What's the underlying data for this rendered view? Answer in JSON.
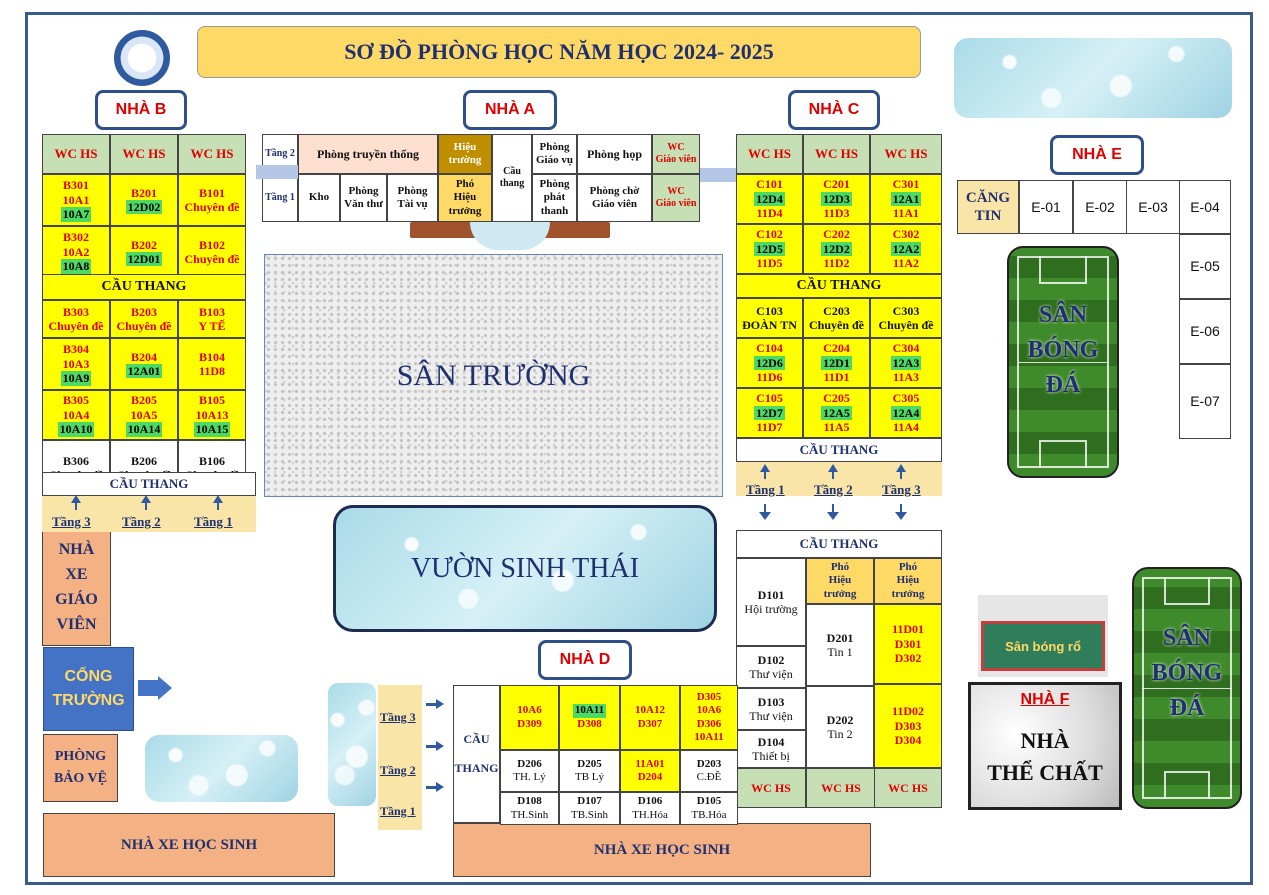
{
  "title": "SƠ ĐỒ PHÒNG HỌC NĂM HỌC 2024- 2025",
  "labels": {
    "nha_b": "NHÀ B",
    "nha_a": "NHÀ A",
    "nha_c": "NHÀ C",
    "nha_e": "NHÀ E",
    "nha_d": "NHÀ D",
    "nha_f": "NHÀ F"
  },
  "wc_hs": "WC HS",
  "wc_gv": "WC\nGiáo viên",
  "cau_thang": "CẦU THANG",
  "san_truong": "SÂN TRƯỜNG",
  "vuon": "VƯỜN SINH THÁI",
  "tang": {
    "t1": "Tầng 1",
    "t2": "Tầng 2",
    "t3": "Tầng 3"
  },
  "nha_b": {
    "rows": [
      [
        {
          "r": "B301",
          "c": [
            "10A1",
            "10A7"
          ],
          "h": 1
        },
        {
          "r": "B201",
          "c": [
            "12D02"
          ],
          "h": 0
        },
        {
          "r": "B101",
          "c": [
            "Chuyên đề"
          ]
        }
      ],
      [
        {
          "r": "B302",
          "c": [
            "10A2",
            "10A8"
          ],
          "h": 1
        },
        {
          "r": "B202",
          "c": [
            "12D01"
          ],
          "h": 0
        },
        {
          "r": "B102",
          "c": [
            "Chuyên đề"
          ]
        }
      ],
      [
        {
          "r": "B303",
          "c": [
            "Chuyên đề"
          ]
        },
        {
          "r": "B203",
          "c": [
            "Chuyên đề"
          ]
        },
        {
          "r": "B103",
          "c": [
            "Y TẾ"
          ]
        }
      ],
      [
        {
          "r": "B304",
          "c": [
            "10A3",
            "10A9"
          ],
          "h": 1
        },
        {
          "r": "B204",
          "c": [
            "12A01"
          ],
          "h": 0
        },
        {
          "r": "B104",
          "c": [
            "11D8"
          ]
        }
      ],
      [
        {
          "r": "B305",
          "c": [
            "10A4",
            "10A10"
          ],
          "h": 1
        },
        {
          "r": "B205",
          "c": [
            "10A5",
            "10A14"
          ],
          "h": 1
        },
        {
          "r": "B105",
          "c": [
            "10A13",
            "10A15"
          ],
          "h": 1
        }
      ],
      [
        {
          "r": "B306",
          "c": [
            "Chuyên đề"
          ]
        },
        {
          "r": "B206",
          "c": [
            "Chuyên đề"
          ]
        },
        {
          "r": "B106",
          "c": [
            "Chuyên đề"
          ]
        }
      ]
    ]
  },
  "nha_a": {
    "t2": [
      "Phòng truyền thống",
      "Hiệu\ntrường",
      "Phòng\nGiáo vụ",
      "Phòng họp"
    ],
    "t1": [
      "Kho",
      "Phòng\nVăn thư",
      "Phòng\nTài vụ",
      "Phó\nHiệu\ntrưởng",
      "Phòng\nphát\nthanh",
      "Phòng chờ\nGiáo viên"
    ],
    "cau": "Cầu\nthang",
    "tang2": "Tầng 2",
    "tang1": "Tầng 1"
  },
  "nha_c": {
    "rows": [
      [
        {
          "r": "C101",
          "c": [
            "12D4",
            "11D4"
          ]
        },
        {
          "r": "C201",
          "c": [
            "12D3",
            "11D3"
          ]
        },
        {
          "r": "C301",
          "c": [
            "12A1",
            "11A1"
          ]
        }
      ],
      [
        {
          "r": "C102",
          "c": [
            "12D5",
            "11D5"
          ]
        },
        {
          "r": "C202",
          "c": [
            "12D2",
            "11D2"
          ]
        },
        {
          "r": "C302",
          "c": [
            "12A2",
            "11A2"
          ]
        }
      ],
      [
        {
          "r": "C103",
          "c": [
            "ĐOÀN TN"
          ]
        },
        {
          "r": "C203",
          "c": [
            "Chuyên đề"
          ]
        },
        {
          "r": "C303",
          "c": [
            "Chuyên đề"
          ]
        }
      ],
      [
        {
          "r": "C104",
          "c": [
            "12D6",
            "11D6"
          ]
        },
        {
          "r": "C204",
          "c": [
            "12D1",
            "11D1"
          ]
        },
        {
          "r": "C304",
          "c": [
            "12A3",
            "11A3"
          ]
        }
      ],
      [
        {
          "r": "C105",
          "c": [
            "12D7",
            "11D7"
          ]
        },
        {
          "r": "C205",
          "c": [
            "12A5",
            "11A5"
          ]
        },
        {
          "r": "C305",
          "c": [
            "12A4",
            "11A4"
          ]
        }
      ]
    ]
  },
  "nha_e": {
    "cang_tin": "CĂNG\nTIN",
    "rooms": [
      "E-01",
      "E-02",
      "E-03",
      "E-04",
      "E-05",
      "E-06",
      "E-07"
    ]
  },
  "san_bong": "SÂN\nBÓNG\nĐÁ",
  "san_bong_ro": "Sân bóng rổ",
  "nha_f": "NHÀ\nTHỂ CHẤT",
  "nha_xe_gv": "NHÀ\nXE\nGIÁO\nVIÊN",
  "cong": "CỔNG\nTRƯỜNG",
  "bao_ve": "PHÒNG\nBẢO VỆ",
  "nha_xe_hs": "NHÀ XE HỌC SINH",
  "d_block": {
    "pho_ht": "Phó\nHiệu\ntrưởng",
    "d101": [
      "D101",
      "Hội trường"
    ],
    "d102": [
      "D102",
      "Thư viện"
    ],
    "d103": [
      "D103",
      "Thư viện"
    ],
    "d104": [
      "D104",
      "Thiết bị"
    ],
    "d201": [
      "D201",
      "Tin 1"
    ],
    "d202": [
      "D202",
      "Tin 2"
    ],
    "ph1": [
      "11D01",
      "D301",
      "D302"
    ],
    "ph2": [
      "11D02",
      "D303",
      "D304"
    ]
  },
  "nha_d": {
    "cau": "CẦU\n\nTHANG",
    "r3": [
      [
        "10A6",
        "D309"
      ],
      [
        "10A11",
        "D308"
      ],
      [
        "10A12",
        "D307"
      ],
      [
        "D305",
        "10A6",
        "D306",
        "10A11"
      ]
    ],
    "r2": [
      [
        "D206",
        "TH. Lý"
      ],
      [
        "D205",
        "TB Lý"
      ],
      [
        "11A01",
        "D204"
      ],
      [
        "D203",
        "C.ĐỀ"
      ]
    ],
    "r1": [
      [
        "D108",
        "TH.Sinh"
      ],
      [
        "D107",
        "TB.Sinh"
      ],
      [
        "D106",
        "TH.Hóa"
      ],
      [
        "D105",
        "TB.Hóa"
      ]
    ]
  }
}
